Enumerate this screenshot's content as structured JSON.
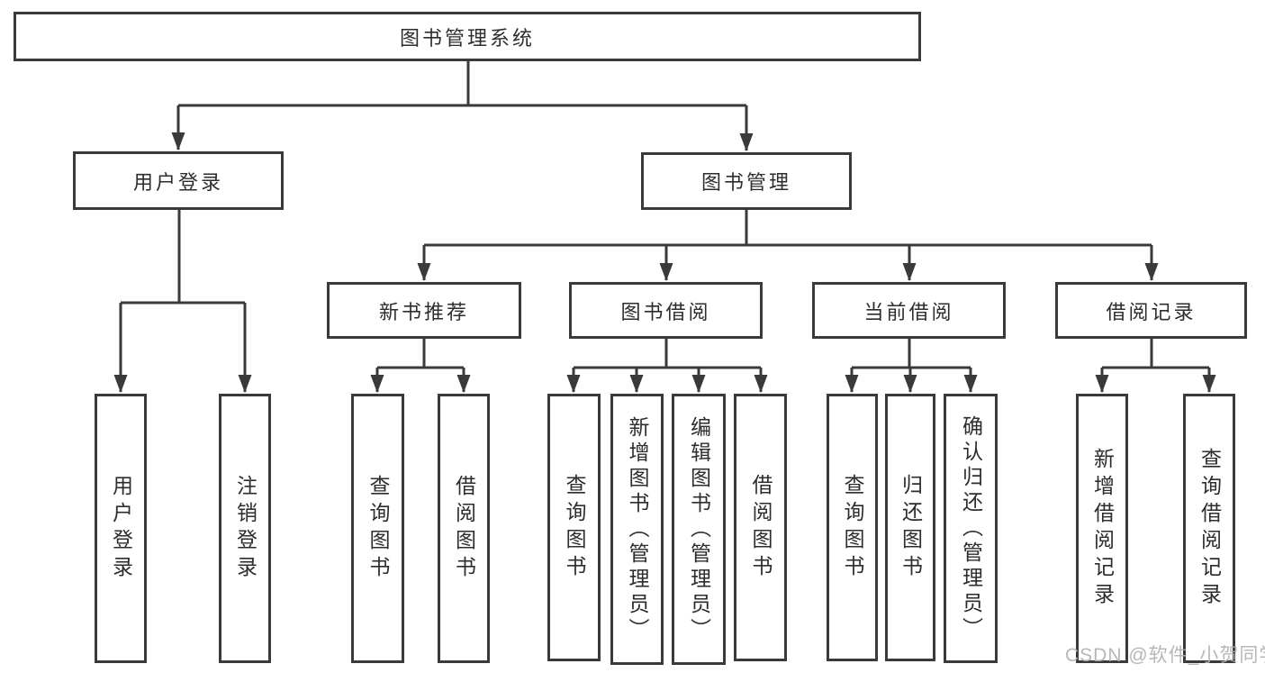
{
  "diagram": {
    "root": {
      "label": "图书管理系统"
    },
    "branches": [
      {
        "label": "用户登录",
        "children": [
          {
            "label": "用户登录"
          },
          {
            "label": "注销登录"
          }
        ]
      },
      {
        "label": "图书管理",
        "children": [
          {
            "label": "新书推荐",
            "children": [
              {
                "label": "查询图书"
              },
              {
                "label": "借阅图书"
              }
            ]
          },
          {
            "label": "图书借阅",
            "children": [
              {
                "label": "查询图书"
              },
              {
                "label": "新增图书（管理员）"
              },
              {
                "label": "编辑图书（管理员）"
              },
              {
                "label": "借阅图书"
              }
            ]
          },
          {
            "label": "当前借阅",
            "children": [
              {
                "label": "查询图书"
              },
              {
                "label": "归还图书"
              },
              {
                "label": "确认归还（管理员）"
              }
            ]
          },
          {
            "label": "借阅记录",
            "children": [
              {
                "label": "新增借阅记录"
              },
              {
                "label": "查询借阅记录"
              }
            ]
          }
        ]
      }
    ]
  },
  "watermark": {
    "text": "CSDN @软件_小贺同学"
  },
  "colors": {
    "line": "#3a3a3a",
    "text": "#2d2d2d",
    "watermark": "#b0b0b0",
    "background": "#ffffff"
  }
}
